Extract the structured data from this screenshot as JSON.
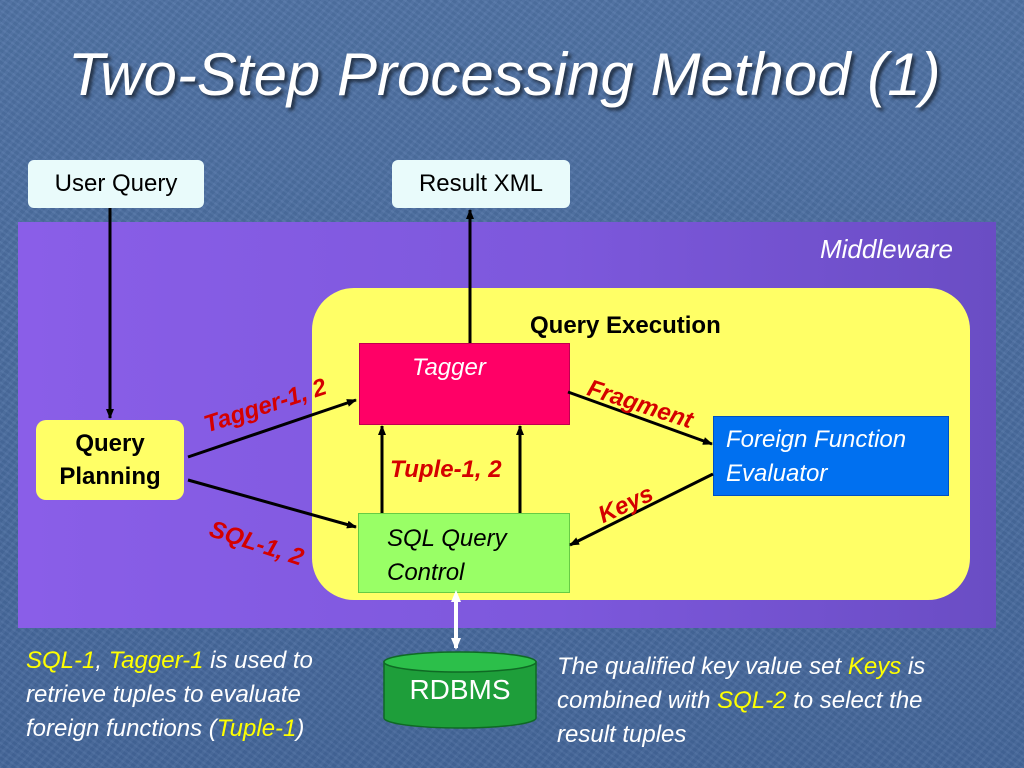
{
  "title": "Two-Step Processing Method (1)",
  "user_query": "User Query",
  "result_xml": "Result XML",
  "middleware": "Middleware",
  "query_execution": "Query Execution",
  "tagger": "Tagger",
  "sql_query_control": "SQL Query Control",
  "foreign_function_evaluator": "Foreign Function Evaluator",
  "query_planning": "Query Planning",
  "rdbms": "RDBMS",
  "edges": {
    "tagger_12": "Tagger-1, 2",
    "sql_12": "SQL-1, 2",
    "tuple_12": "Tuple-1, 2",
    "fragment": "Fragment",
    "keys": "Keys"
  },
  "note_left": {
    "sql1": "SQL-1",
    "comma": ", ",
    "tagger1": "Tagger-1",
    "text_a": " is used to retrieve tuples to evaluate foreign functions (",
    "tuple1": "Tuple-1",
    "text_b": ")"
  },
  "note_right": {
    "text_a": "The qualified key value set ",
    "keys": "Keys",
    "text_b": " is combined with ",
    "sql2": "SQL-2",
    "text_c": " to select the result tuples"
  },
  "colors": {
    "background": "#4a6a9a",
    "middleware": "#8a5ee8",
    "query_execution": "#ffff66",
    "tagger": "#ff0066",
    "sql_query_control": "#99ff66",
    "foreign_function_evaluator": "#0070f0",
    "rdbms": "#1e9e3a",
    "edge_label": "#d40000",
    "highlight": "#ffff00"
  }
}
